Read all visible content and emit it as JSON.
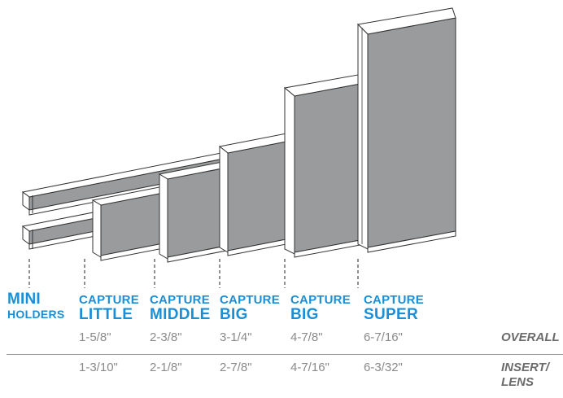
{
  "products": [
    {
      "id": "mini",
      "label_top": "MINI",
      "label_bottom": "HOLDERS",
      "overall": "",
      "insert": ""
    },
    {
      "id": "little",
      "label_top": "CAPTURE",
      "label_bottom": "LITTLE",
      "overall": "1-5/8\"",
      "insert": "1-3/10\""
    },
    {
      "id": "middle",
      "label_top": "CAPTURE",
      "label_bottom": "MIDDLE",
      "overall": "2-3/8\"",
      "insert": "2-1/8\""
    },
    {
      "id": "big1",
      "label_top": "CAPTURE",
      "label_bottom": "BIG",
      "overall": "3-1/4\"",
      "insert": "2-7/8\""
    },
    {
      "id": "big2",
      "label_top": "CAPTURE",
      "label_bottom": "BIG",
      "overall": "4-7/8\"",
      "insert": "4-7/16\""
    },
    {
      "id": "super",
      "label_top": "CAPTURE",
      "label_bottom": "SUPER",
      "overall": "6-7/16\"",
      "insert": "6-3/32\""
    }
  ],
  "rows": {
    "overall_label": "OVERALL",
    "insert_label_line1": "INSERT/",
    "insert_label_line2": "LENS"
  },
  "colors": {
    "label_blue": "#1a8fd6",
    "panel_gray": "#999b9c",
    "frame_white": "#ffffff",
    "outline": "#333333",
    "value_gray": "#8a8a8a"
  }
}
